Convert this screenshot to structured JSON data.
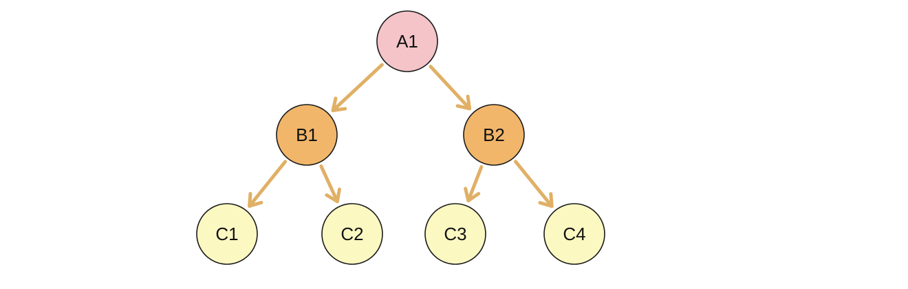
{
  "nodes": [
    {
      "id": "A1",
      "label": "A1",
      "level": "root",
      "fill": "#f4c4c8"
    },
    {
      "id": "B1",
      "label": "B1",
      "level": "middle",
      "fill": "#f1b66a"
    },
    {
      "id": "B2",
      "label": "B2",
      "level": "middle",
      "fill": "#f1b66a"
    },
    {
      "id": "C1",
      "label": "C1",
      "level": "leaf",
      "fill": "#fcf8c2"
    },
    {
      "id": "C2",
      "label": "C2",
      "level": "leaf",
      "fill": "#fcf8c2"
    },
    {
      "id": "C3",
      "label": "C3",
      "level": "leaf",
      "fill": "#fcf8c2"
    },
    {
      "id": "C4",
      "label": "C4",
      "level": "leaf",
      "fill": "#fcf8c2"
    }
  ],
  "edges": [
    {
      "from": "A1",
      "to": "B1"
    },
    {
      "from": "A1",
      "to": "B2"
    },
    {
      "from": "B1",
      "to": "C1"
    },
    {
      "from": "B1",
      "to": "C2"
    },
    {
      "from": "B2",
      "to": "C3"
    },
    {
      "from": "B2",
      "to": "C4"
    }
  ],
  "colors": {
    "arrow": "#e0b066",
    "node_stroke": "#1a1a1a"
  }
}
